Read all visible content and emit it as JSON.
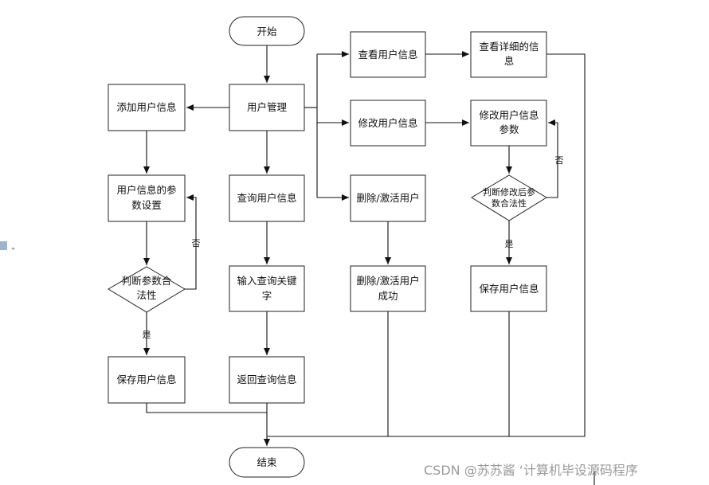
{
  "nodes": {
    "start": "开始",
    "user_mgmt": "用户管理",
    "add_user": "添加用户信息",
    "param_set": [
      "用户信息的参",
      "数设置"
    ],
    "judge_left": [
      "判断参数合",
      "法性"
    ],
    "save_left": "保存用户信息",
    "query_user": "查询用户信息",
    "input_kw": [
      "输入查询关键",
      "字"
    ],
    "return_query": "返回查询信息",
    "view_user": "查看用户信息",
    "view_detail": [
      "查看详细的信",
      "息"
    ],
    "modify_user": "修改用户信息",
    "modify_param": [
      "修改用户信息",
      "参数"
    ],
    "judge_right": [
      "判断修改后参",
      "数合法性"
    ],
    "save_right": "保存用户信息",
    "delete_user": "删除/激活用户",
    "delete_success": [
      "删除/激活用户",
      "成功"
    ],
    "end": "结束"
  },
  "edges": {
    "no": "否",
    "yes": "是"
  },
  "watermark": "CSDN @苏苏酱    ‘计算机毕设源码程序"
}
